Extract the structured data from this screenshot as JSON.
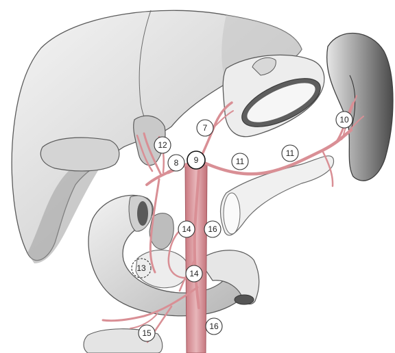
{
  "labels": {
    "l7": "7",
    "l8": "8",
    "l9": "9",
    "l10": "10",
    "l11a": "11",
    "l11b": "11",
    "l12": "12",
    "l13": "13",
    "l14a": "14",
    "l14b": "14",
    "l15": "15",
    "l16a": "16",
    "l16b": "16"
  },
  "colors": {
    "vessel": "#d98f95",
    "vessel_dark": "#b86670",
    "organ_fill": "#ececec",
    "organ_shadow": "#bdbdbd",
    "outline": "#5a5a5a"
  }
}
